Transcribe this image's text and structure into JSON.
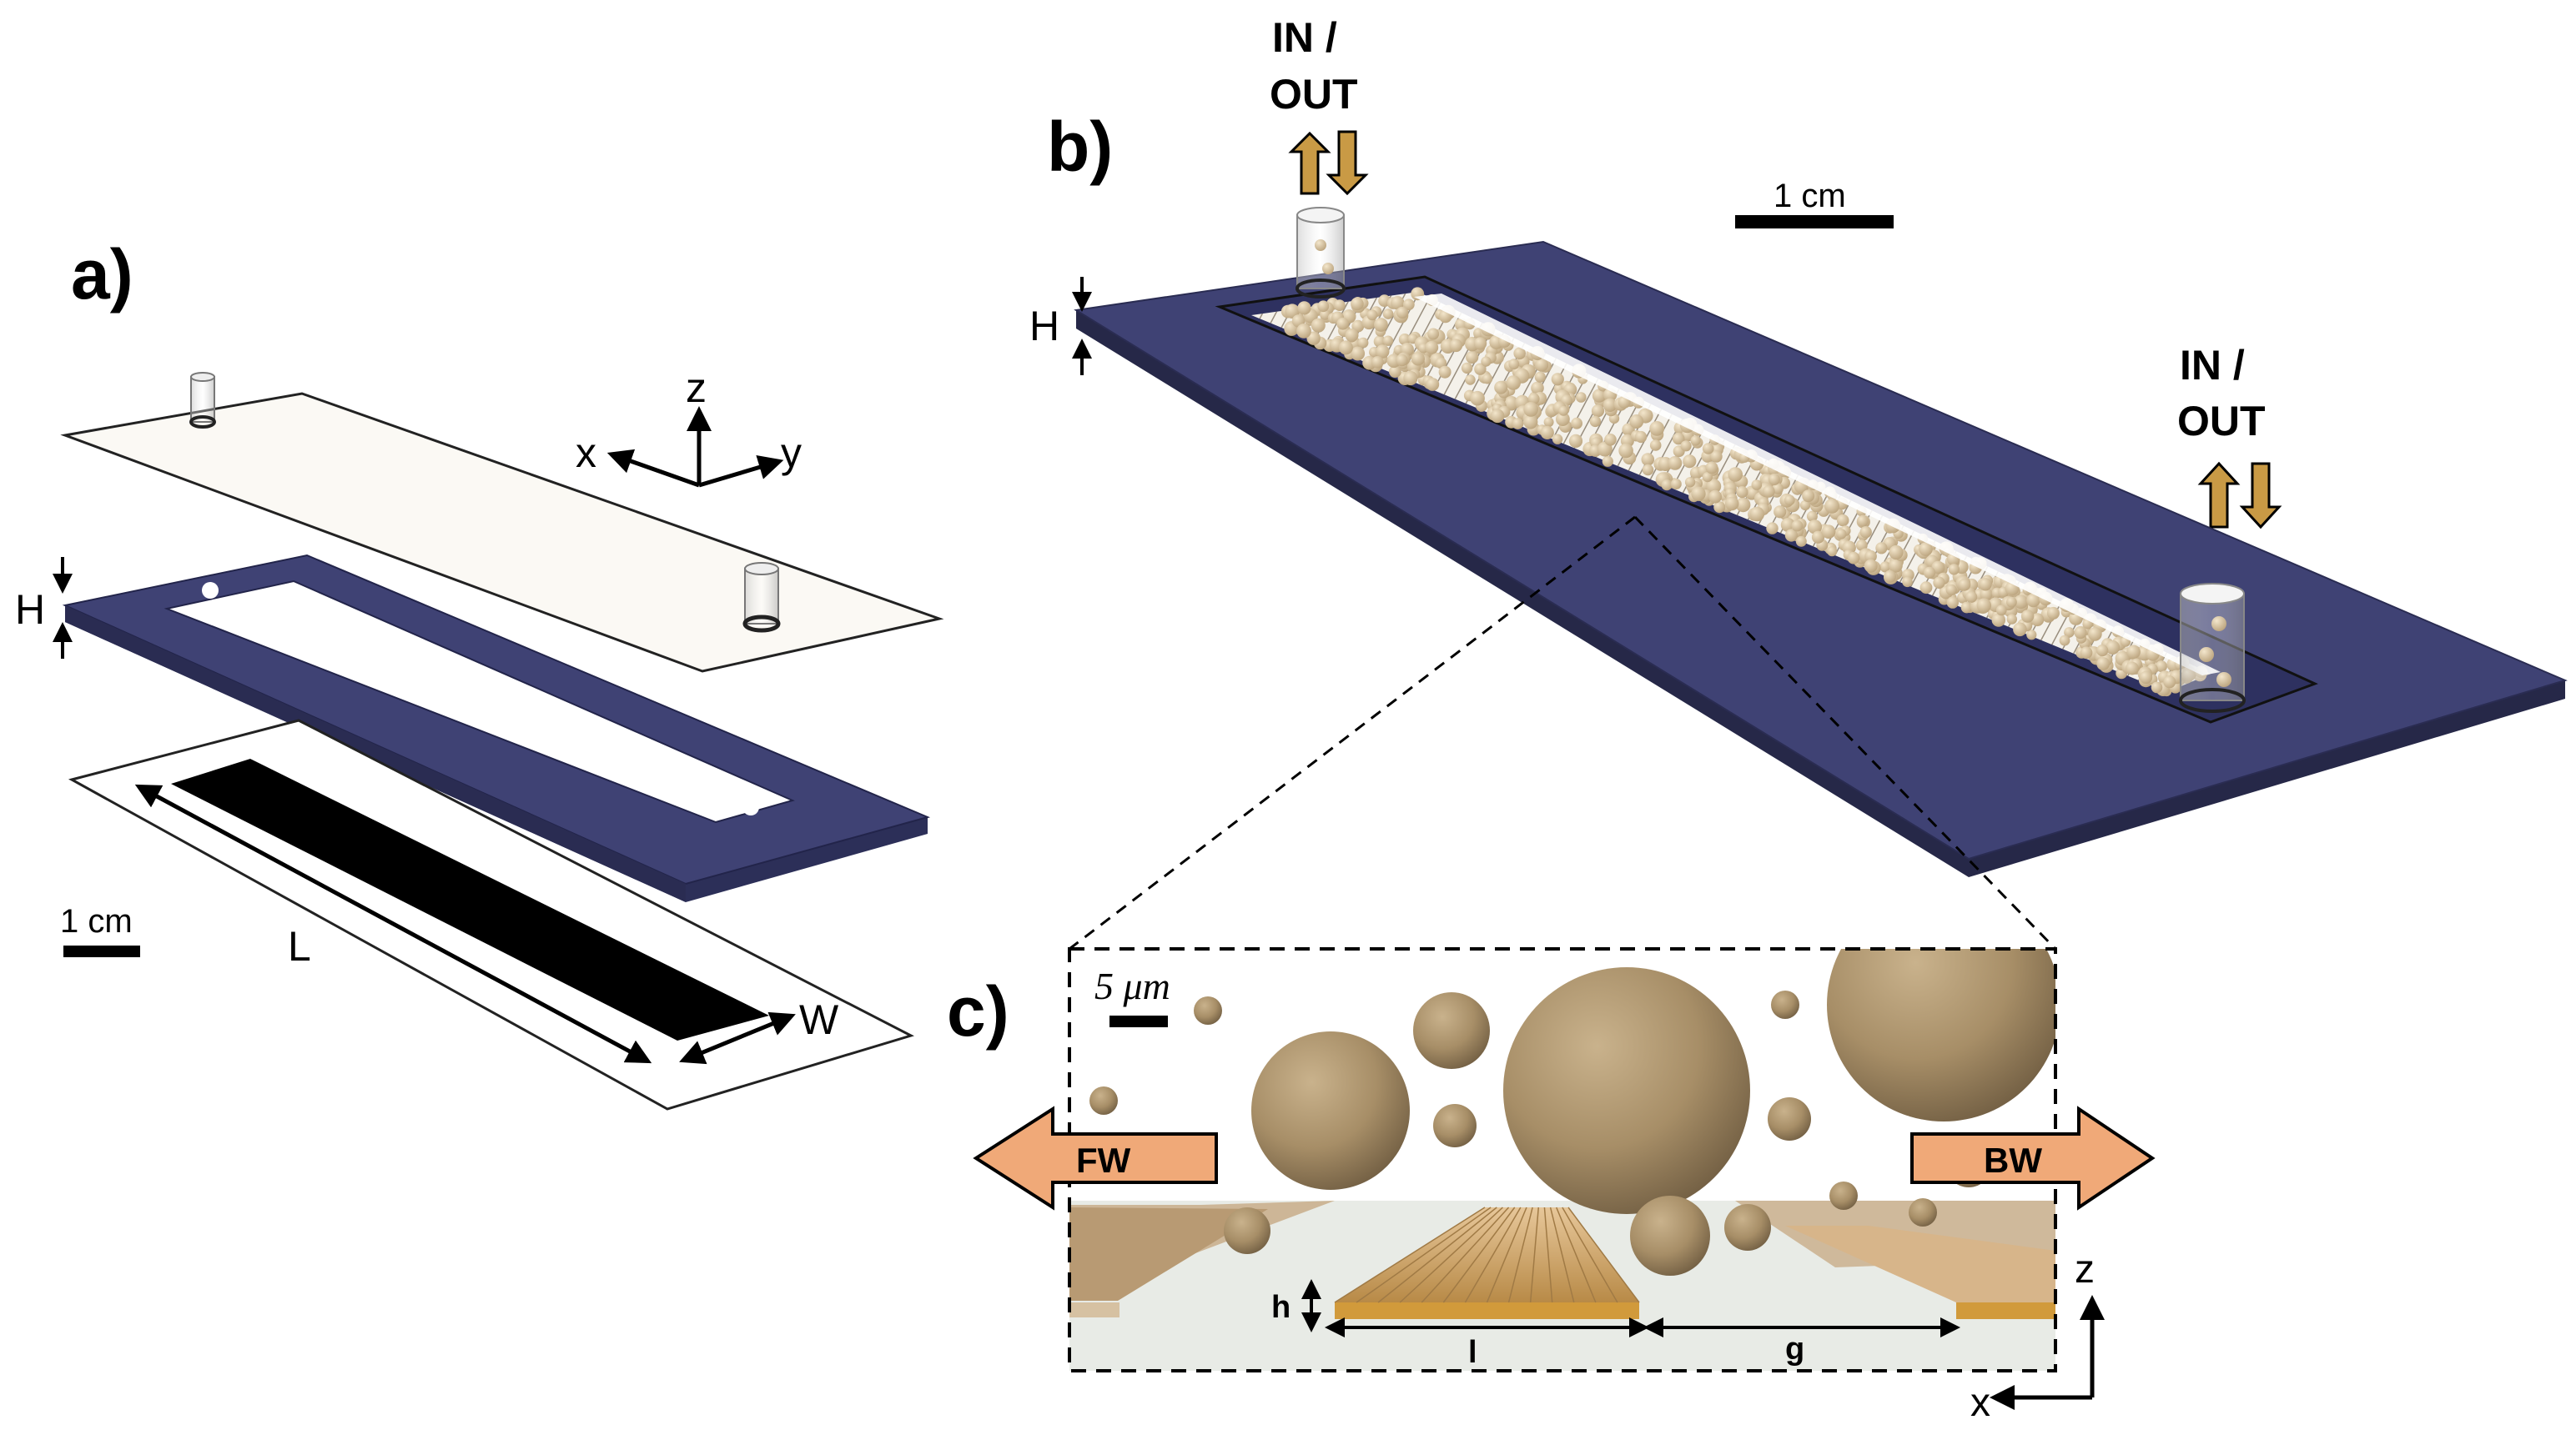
{
  "panel_a": {
    "label": "a)",
    "axis_z": "z",
    "axis_x": "x",
    "axis_y": "y",
    "dim_H": "H",
    "dim_L": "L",
    "dim_W": "W",
    "scale": "1 cm"
  },
  "panel_b": {
    "label": "b)",
    "port_left_line1": "IN /",
    "port_left_line2": "OUT",
    "port_right_line1": "IN /",
    "port_right_line2": "OUT",
    "dim_H": "H",
    "scale": "1 cm"
  },
  "panel_c": {
    "label": "c)",
    "scale": "5 μm",
    "arrow_fw": "FW",
    "arrow_bw": "BW",
    "dim_h": "h",
    "dim_l": "l",
    "dim_g": "g",
    "axis_z": "z",
    "axis_x": "x"
  },
  "colors": {
    "gasket": "#3f4274",
    "gasket_light": "#5a5e96",
    "particle": "#a78e67",
    "arrow_orange": "#f0a978",
    "port_arrow": "#c99a45",
    "ridge": "#d19a3b"
  }
}
